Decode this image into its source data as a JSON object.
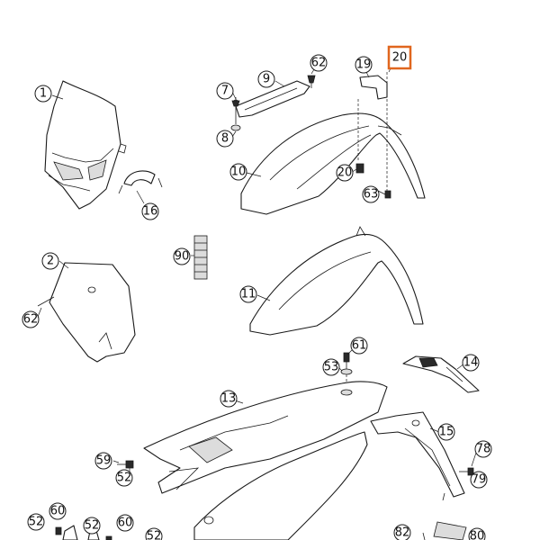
{
  "highlight_color": "#e0661e",
  "highlighted_callout": "20",
  "callouts": {
    "c1": "1",
    "c2": "2",
    "c7": "7",
    "c8": "8",
    "c9": "9",
    "c10": "10",
    "c11": "11",
    "c13": "13",
    "c14": "14",
    "c15": "15",
    "c16": "16",
    "c19": "19",
    "c20_top": "20",
    "c20_mid": "20",
    "c52_a": "52",
    "c52_b": "52",
    "c52_c": "52",
    "c52_d": "52",
    "c53": "53",
    "c59": "59",
    "c60_a": "60",
    "c60_b": "60",
    "c61": "61",
    "c62_top": "62",
    "c62_left": "62",
    "c63": "63",
    "c78": "78",
    "c79": "79",
    "c80": "80",
    "c82": "82",
    "c90": "90"
  }
}
